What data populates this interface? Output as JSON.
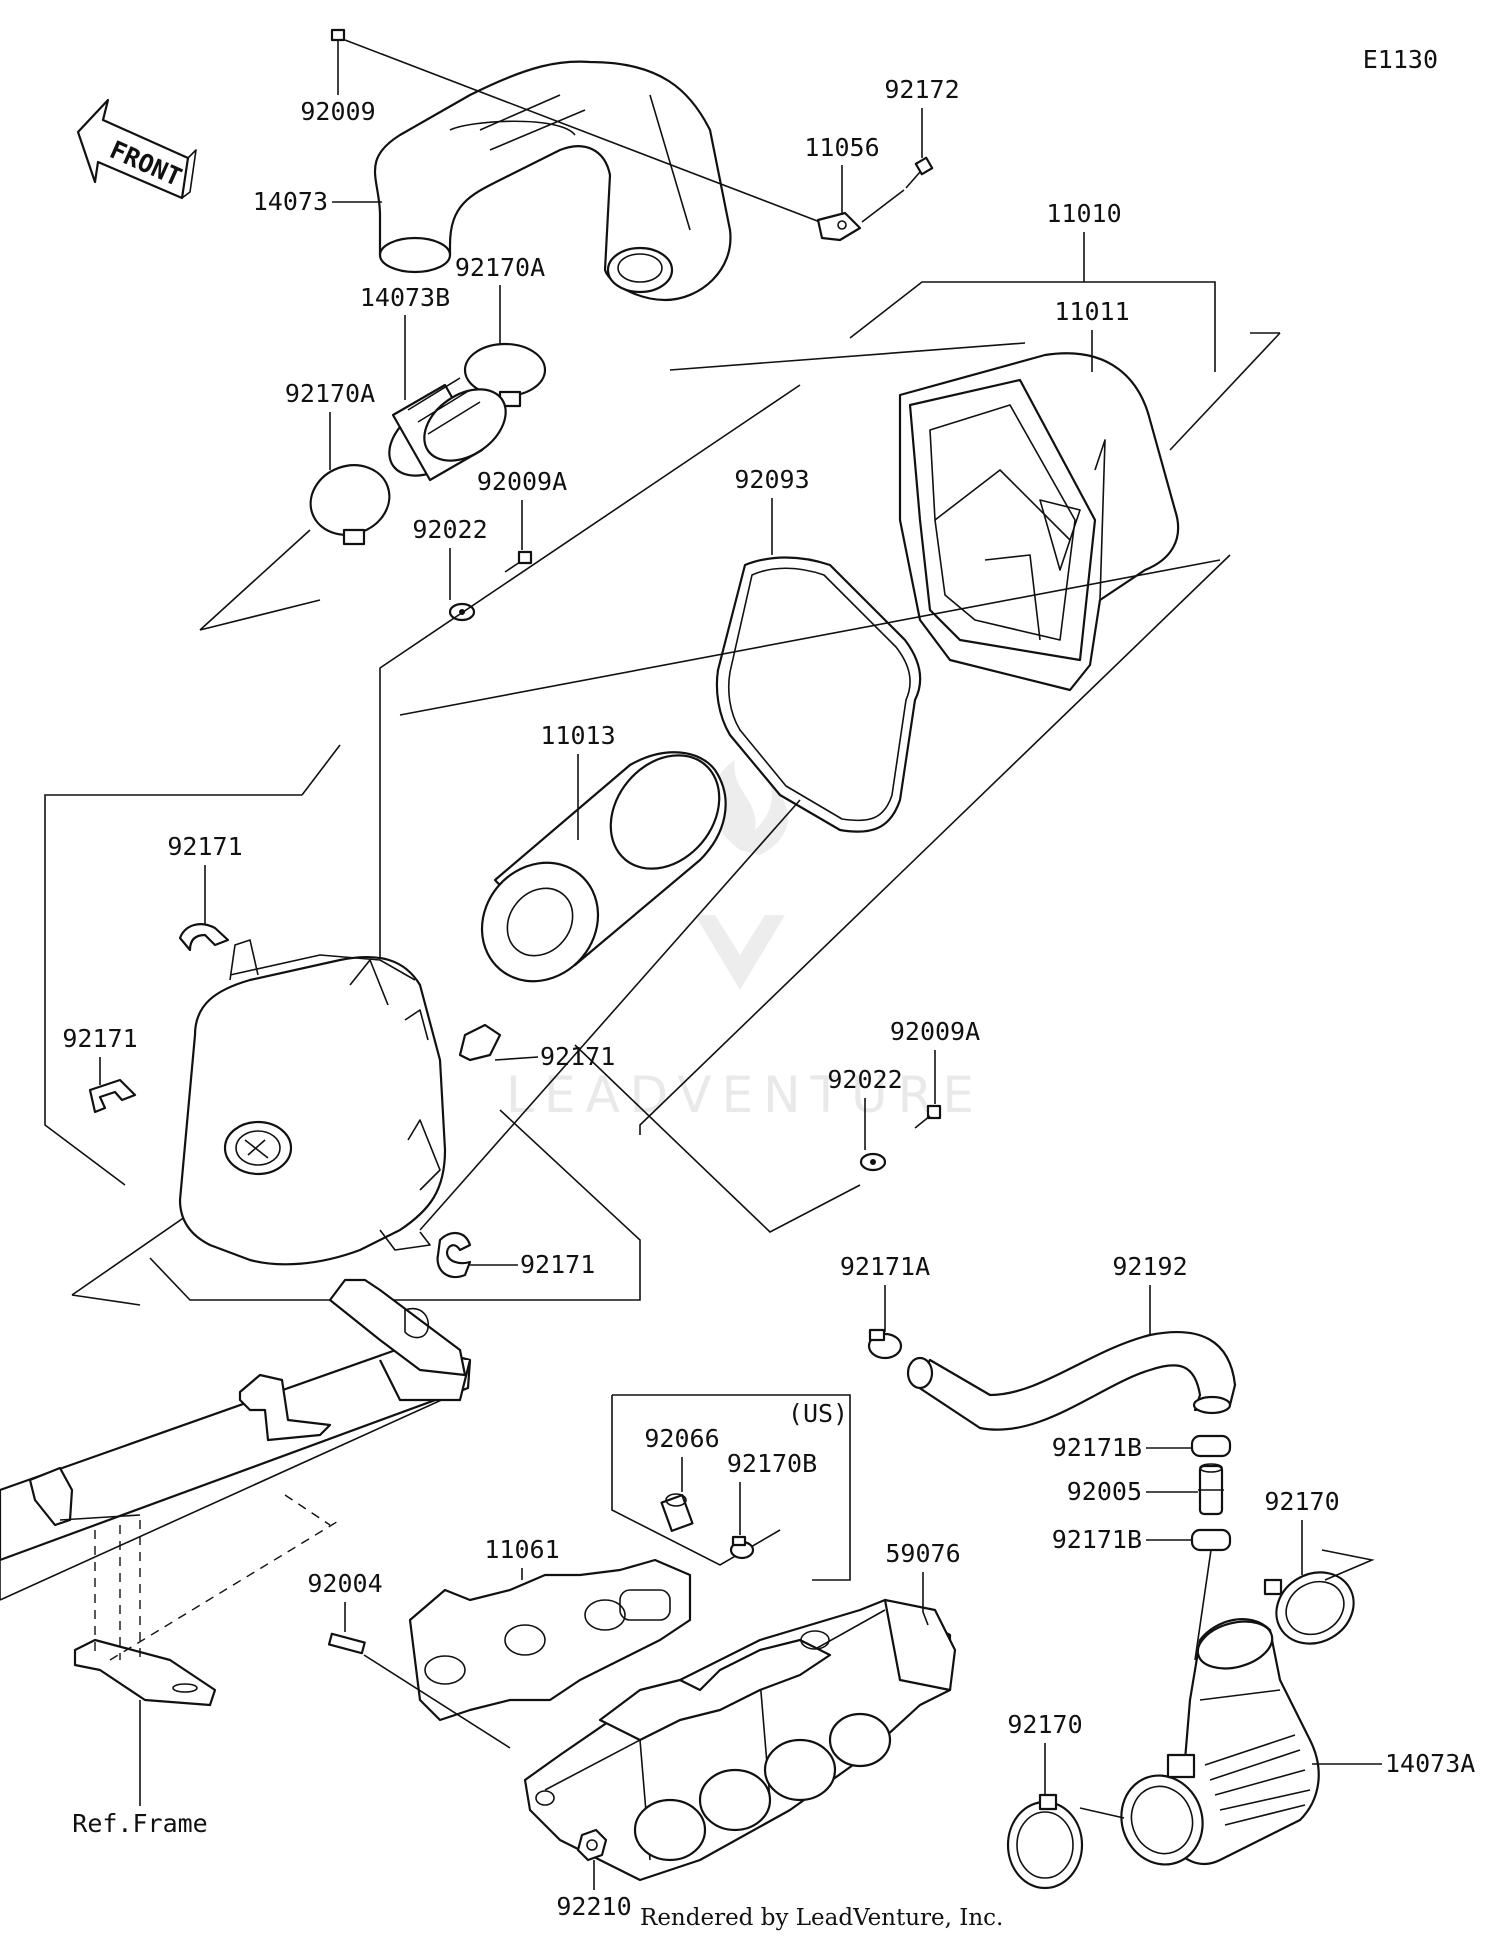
{
  "diagram_code": "E1130",
  "front_label": "FRONT",
  "ref_frame": "Ref.Frame",
  "us_label": "(US)",
  "watermark": "LEADVENTURE",
  "footer": "Rendered by LeadVenture, Inc.",
  "parts": {
    "p92009": "92009",
    "p14073": "14073",
    "p92172": "92172",
    "p11056": "11056",
    "p11010": "11010",
    "p11011": "11011",
    "p92170A_top": "92170A",
    "p14073B": "14073B",
    "p92170A_left": "92170A",
    "p92009A_top": "92009A",
    "p92022_top": "92022",
    "p92093": "92093",
    "p11013": "11013",
    "p92171_a": "92171",
    "p92171_b": "92171",
    "p92171_c": "92171",
    "p92171_d": "92171",
    "p92009A_mid": "92009A",
    "p92022_mid": "92022",
    "p92171A": "92171A",
    "p92192": "92192",
    "p92171B_top": "92171B",
    "p92005": "92005",
    "p92171B_bot": "92171B",
    "p92170_right": "92170",
    "p92170_low": "92170",
    "p14073A": "14073A",
    "p92066": "92066",
    "p92170B": "92170B",
    "p11061": "11061",
    "p59076": "59076",
    "p92004": "92004",
    "p92210": "92210"
  }
}
